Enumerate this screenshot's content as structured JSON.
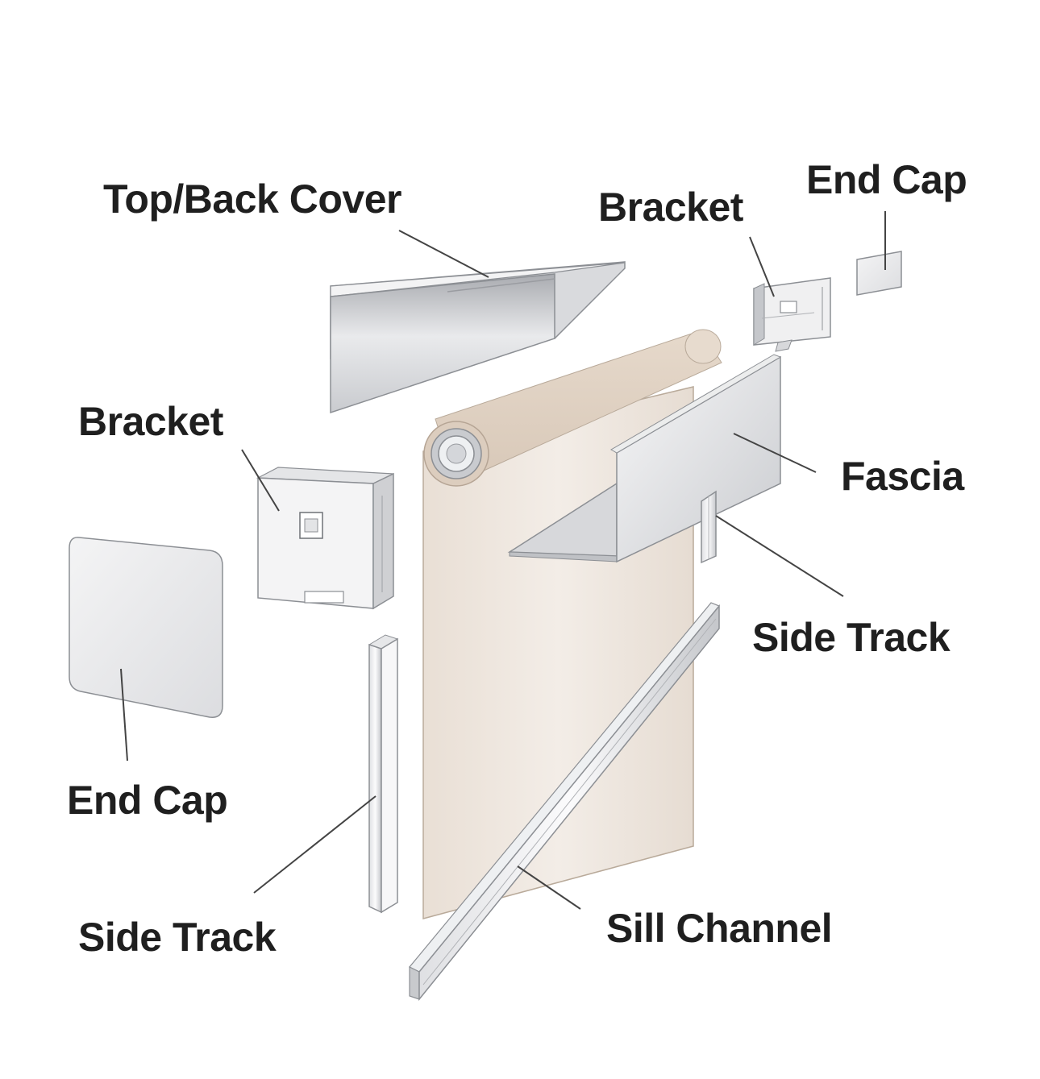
{
  "labels": {
    "top_back_cover": "Top/Back Cover",
    "bracket_right": "Bracket",
    "end_cap_right": "End Cap",
    "bracket_left": "Bracket",
    "fascia": "Fascia",
    "side_track_right": "Side Track",
    "end_cap_left": "End Cap",
    "side_track_left": "Side Track",
    "sill_channel": "Sill Channel"
  },
  "colors": {
    "fabric": "#efe7df",
    "metal_light": "#f2f2f3",
    "metal_dark": "#a9abb0",
    "outline": "#8c8f94",
    "text": "#1f1f1f"
  }
}
